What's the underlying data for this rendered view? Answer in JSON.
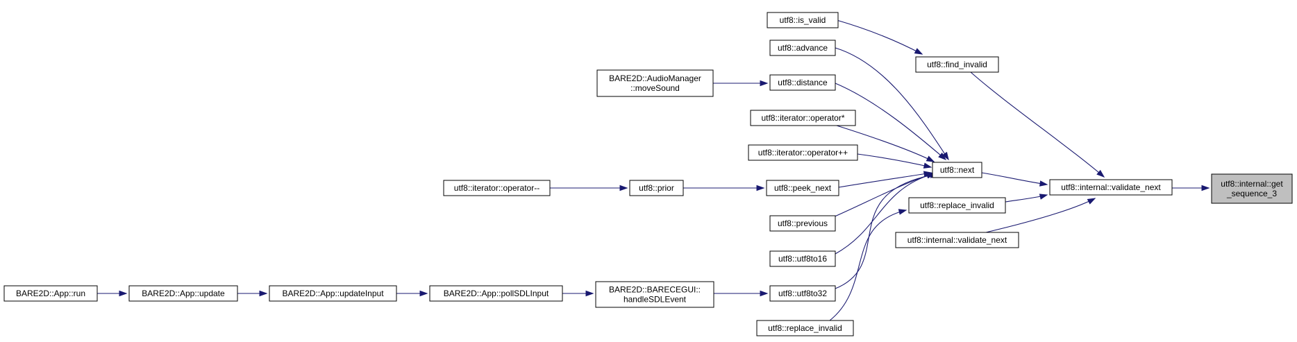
{
  "graph": {
    "target": {
      "lines": [
        "utf8::internal::get",
        "_sequence_3"
      ]
    },
    "nodes": {
      "is_valid": {
        "lines": [
          "utf8::is_valid"
        ]
      },
      "find_invalid": {
        "lines": [
          "utf8::find_invalid"
        ]
      },
      "advance": {
        "lines": [
          "utf8::advance"
        ]
      },
      "audio_move": {
        "lines": [
          "BARE2D::AudioManager",
          "::moveSound"
        ]
      },
      "distance": {
        "lines": [
          "utf8::distance"
        ]
      },
      "op_star": {
        "lines": [
          "utf8::iterator::operator*"
        ]
      },
      "op_pp": {
        "lines": [
          "utf8::iterator::operator++"
        ]
      },
      "next": {
        "lines": [
          "utf8::next"
        ]
      },
      "validate_next_main": {
        "lines": [
          "utf8::internal::validate_next"
        ]
      },
      "op_mm": {
        "lines": [
          "utf8::iterator::operator--"
        ]
      },
      "prior": {
        "lines": [
          "utf8::prior"
        ]
      },
      "peek_next": {
        "lines": [
          "utf8::peek_next"
        ]
      },
      "replace_invalid_1": {
        "lines": [
          "utf8::replace_invalid"
        ]
      },
      "validate_next_2": {
        "lines": [
          "utf8::internal::validate_next"
        ]
      },
      "previous": {
        "lines": [
          "utf8::previous"
        ]
      },
      "utf8to16": {
        "lines": [
          "utf8::utf8to16"
        ]
      },
      "app_run": {
        "lines": [
          "BARE2D::App::run"
        ]
      },
      "app_update": {
        "lines": [
          "BARE2D::App::update"
        ]
      },
      "app_update_input": {
        "lines": [
          "BARE2D::App::updateInput"
        ]
      },
      "app_poll": {
        "lines": [
          "BARE2D::App::pollSDLInput"
        ]
      },
      "cegui_handle": {
        "lines": [
          "BARE2D::BARECEGUI::",
          "handleSDLEvent"
        ]
      },
      "utf8to32": {
        "lines": [
          "utf8::utf8to32"
        ]
      },
      "replace_invalid_2": {
        "lines": [
          "utf8::replace_invalid"
        ]
      }
    }
  },
  "colors": {
    "edge": "#191970",
    "node_border": "#000000",
    "node_fill": "#ffffff",
    "highlight_fill": "#bfbfbf"
  }
}
